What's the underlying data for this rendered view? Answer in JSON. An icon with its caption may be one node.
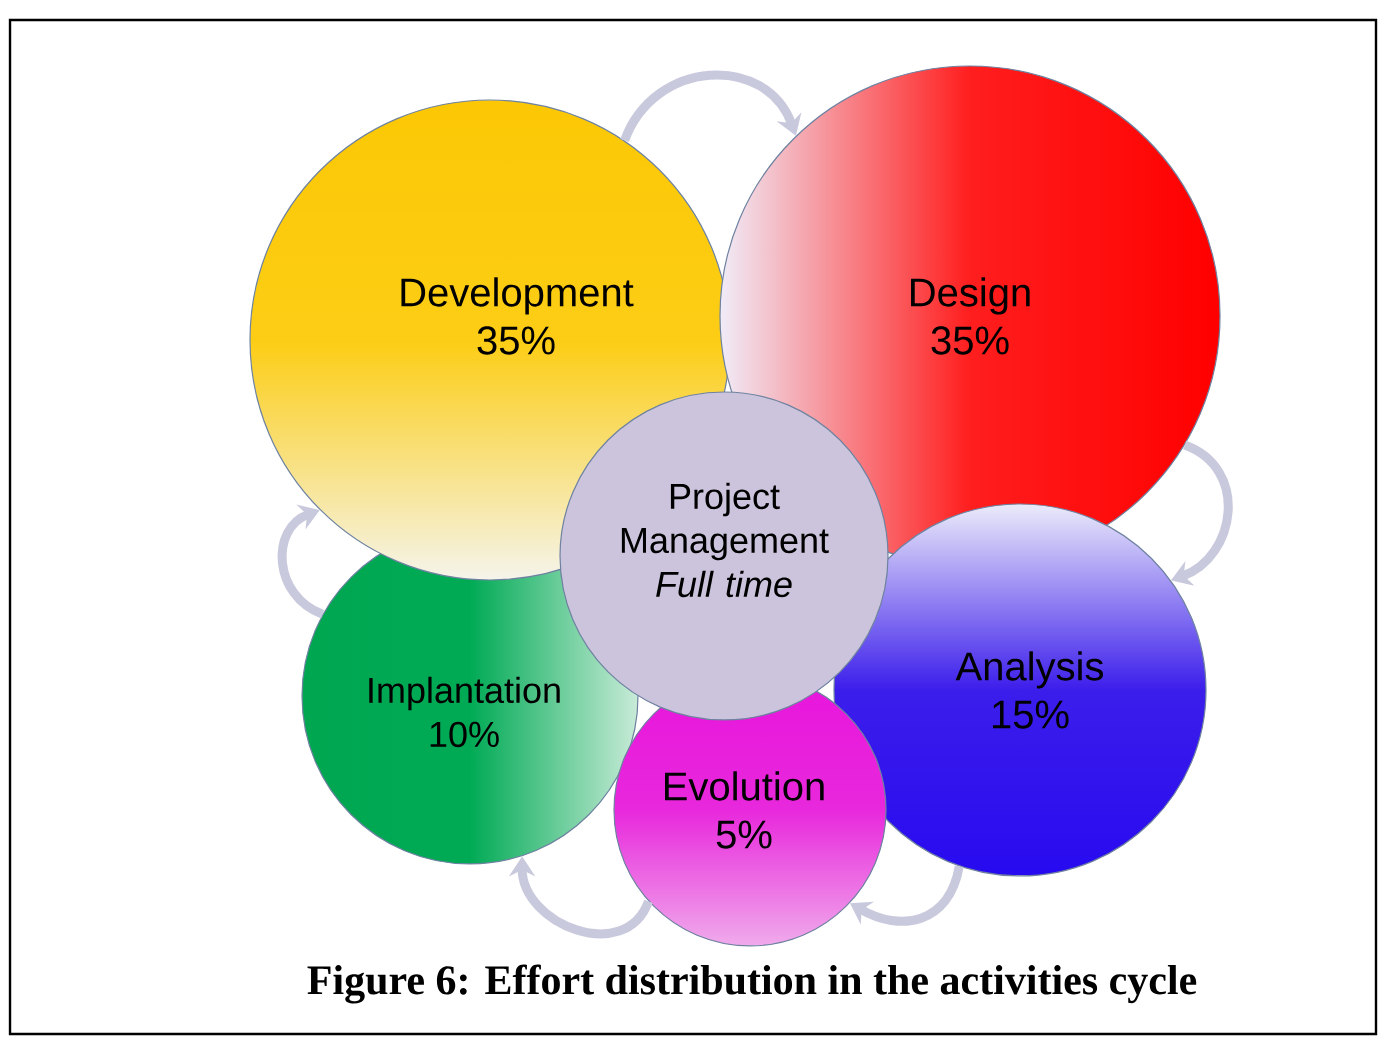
{
  "diagram": {
    "caption": "Figure 6: Effort distribution in the activities cycle",
    "nodes": [
      {
        "text": [
          "Development",
          "35%"
        ]
      },
      {
        "text": [
          "Design",
          "35%"
        ]
      },
      {
        "text": [
          "Analysis",
          "15%"
        ]
      },
      {
        "text": [
          "Evolution",
          "5%"
        ]
      },
      {
        "text": [
          "Implantation",
          "10%"
        ]
      },
      {
        "text": [
          "Project Management",
          "Full time"
        ]
      }
    ],
    "edges": [
      {
        "from": 0,
        "to": 1,
        "arrow": "to"
      },
      {
        "from": 1,
        "to": 2,
        "arrow": "to"
      },
      {
        "from": 2,
        "to": 3,
        "arrow": "to"
      },
      {
        "from": 3,
        "to": 4,
        "arrow": "to"
      },
      {
        "from": 4,
        "to": 0,
        "arrow": "to"
      }
    ]
  }
}
